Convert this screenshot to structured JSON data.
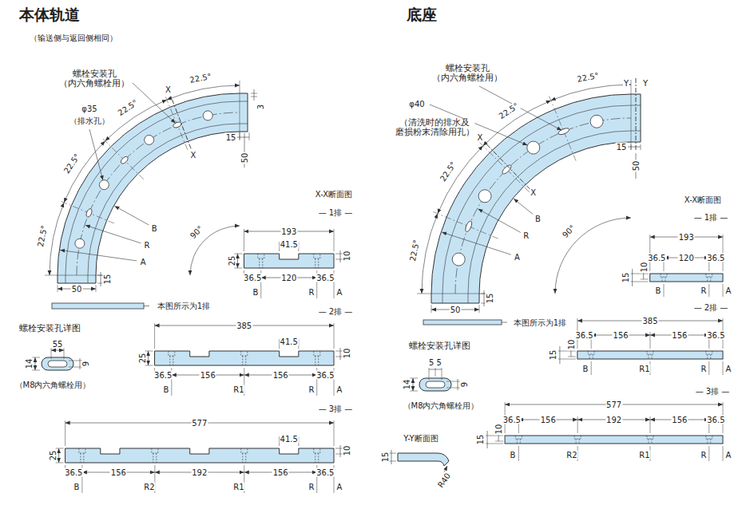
{
  "diagram": {
    "labels": [
      "本体轨道",
      "（输送侧与返回侧相同）",
      "螺栓安装孔 （内六角螺栓用）",
      "22.5°",
      "22.5°",
      "22.5°",
      "22.5°",
      "X",
      "X",
      "φ35",
      "（排水孔）",
      "3",
      "15",
      "50",
      "B",
      "R",
      "A",
      "90°",
      "15",
      "50",
      "本图所示为1排",
      "螺栓安装孔详图",
      "55",
      "14",
      "9",
      "（M8内六角螺栓用）",
      "X-X断面图",
      "— 1排 —",
      "193",
      "41.5",
      "10",
      "25",
      "36.5",
      "120",
      "36.5",
      "B",
      "R",
      "A",
      "— 2排 —",
      "385",
      "41.5",
      "10",
      "25",
      "36.5",
      "156",
      "156",
      "36.5",
      "B",
      "R1",
      "R",
      "A",
      "— 3排 —",
      "577",
      "41.5",
      "10",
      "25",
      "36.5",
      "156",
      "192",
      "156",
      "36.5",
      "B",
      "R2",
      "R1",
      "R",
      "A",
      "底座",
      "螺栓安装孔 （内六角螺栓用）",
      "22.5°",
      "22.5°",
      "22.5°",
      "22.5°",
      "Y",
      "Y",
      "X",
      "X",
      "φ40",
      "（清洗时的排水及 磨损粉末清除用孔）",
      "15",
      "50",
      "B",
      "R",
      "A",
      "90°",
      "15",
      "50",
      "本图所示为1排",
      "螺栓安装孔详图",
      "5 5",
      "14",
      "9",
      "（M8内六角螺栓用）",
      "Y-Y断面图",
      "15",
      "R40",
      "X-X断面图",
      "— 1排 —",
      "193",
      "15",
      "10",
      "36.5",
      "120",
      "36.5",
      "B",
      "R",
      "A",
      "— 2排 —",
      "385",
      "15",
      "10",
      "36.5",
      "156",
      "156",
      "36.5",
      "B",
      "R1",
      "R",
      "A",
      "— 3排 —",
      "577",
      "15",
      "10",
      "36.5",
      "156",
      "192",
      "156",
      "36.5",
      "B",
      "R2",
      "R1",
      "R",
      "A"
    ]
  }
}
